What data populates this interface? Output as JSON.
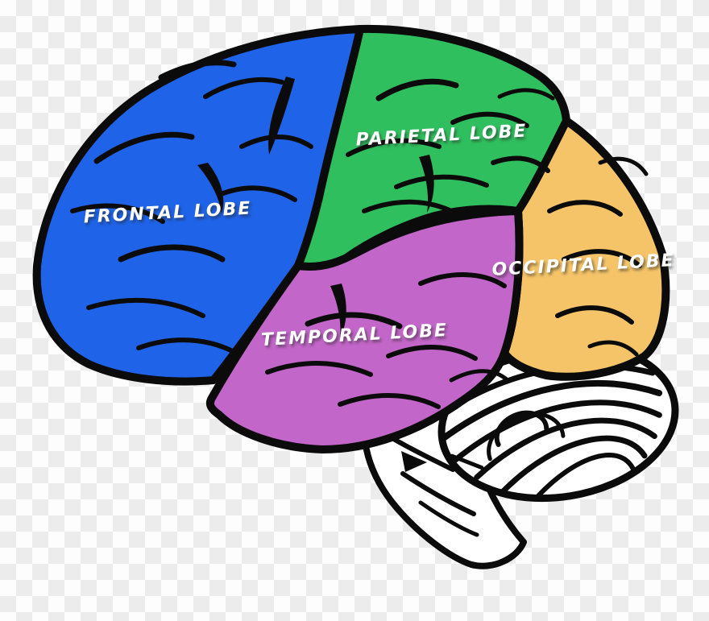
{
  "diagram": {
    "type": "brain-lobes-side-view",
    "regions": [
      {
        "id": "frontal",
        "label": "FRONTAL LOBE",
        "color": "#1f63e8"
      },
      {
        "id": "parietal",
        "label": "PARIETAL LOBE",
        "color": "#2fbf5e"
      },
      {
        "id": "temporal",
        "label": "TEMPORAL LOBE",
        "color": "#c366c9"
      },
      {
        "id": "occipital",
        "label": "OCCIPITAL LOBE",
        "color": "#f5c468"
      }
    ],
    "uncolored_parts": [
      {
        "id": "cerebellum",
        "style_fill": "#ffffff"
      },
      {
        "id": "brain-stem",
        "style_fill": "#ffffff"
      }
    ],
    "colors": {
      "outline": "#0b0b0b",
      "label_text": "#ffffff",
      "checker_white": "#fdfdfd",
      "checker_gray": "#ececec"
    }
  }
}
